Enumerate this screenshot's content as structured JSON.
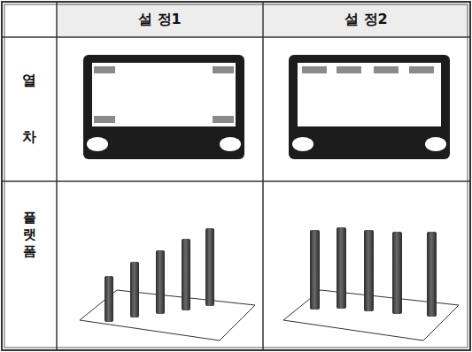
{
  "diagram": {
    "labels": [
      "설 정1",
      "설 정2",
      "열 차",
      "플랫폼"
    ]
  }
}
